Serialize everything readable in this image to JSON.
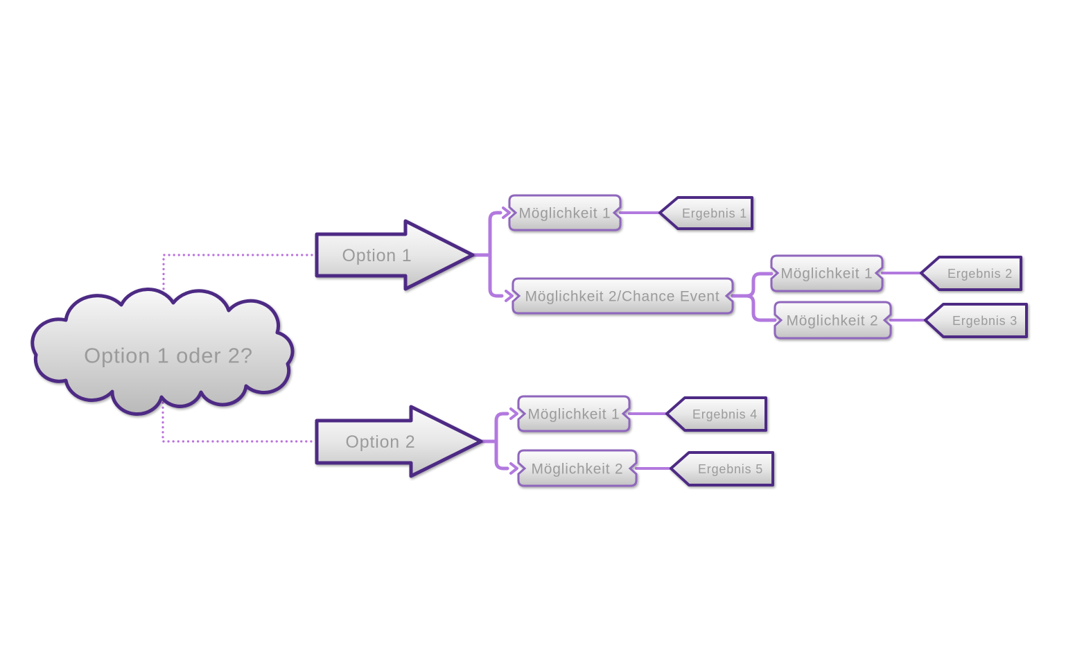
{
  "palette": {
    "dark_purple": "#4E2B84",
    "medium_purple": "#8F66BD",
    "light_purple": "#B279DF",
    "dotted_purple": "#BA70DF",
    "text_gray": "#9B9B9B",
    "fill_top": "#FBFBFB",
    "fill_bottom": "#C3C3C3",
    "background": "#FFFFFF"
  },
  "cloud": {
    "label": "Option 1 oder 2?"
  },
  "option1": {
    "label": "Option 1",
    "children": [
      {
        "label": "Möglichkeit 1",
        "result": {
          "label": "Ergebnis 1"
        }
      },
      {
        "label": "Möglichkeit 2/Chance Event",
        "children": [
          {
            "label": "Möglichkeit 1",
            "result": {
              "label": "Ergebnis 2"
            }
          },
          {
            "label": "Möglichkeit 2",
            "result": {
              "label": "Ergebnis 3"
            }
          }
        ]
      }
    ]
  },
  "option2": {
    "label": "Option 2",
    "children": [
      {
        "label": "Möglichkeit 1",
        "result": {
          "label": "Ergebnis 4"
        }
      },
      {
        "label": "Möglichkeit 2",
        "result": {
          "label": "Ergebnis 5"
        }
      }
    ]
  }
}
